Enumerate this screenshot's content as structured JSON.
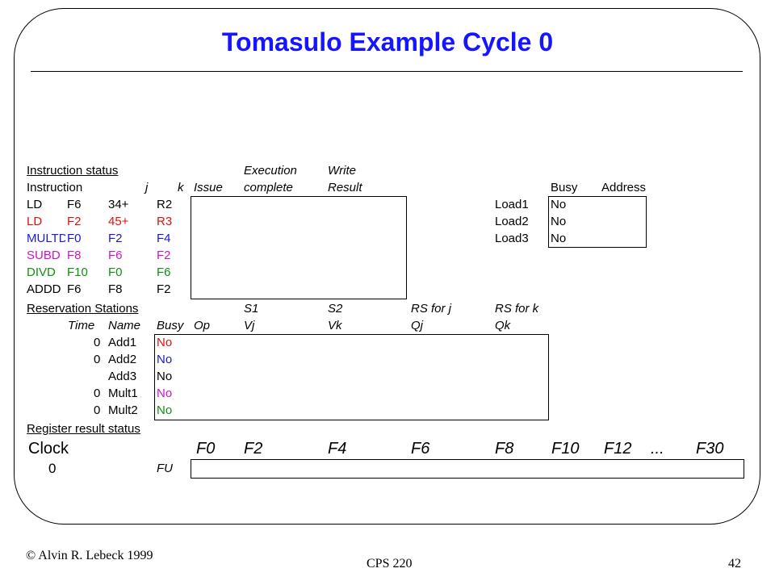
{
  "title": "Tomasulo Example Cycle 0",
  "instruction_status": {
    "label": "Instruction status",
    "headers": {
      "execution": "Execution",
      "write": "Write",
      "instruction": "Instruction",
      "j": "j",
      "k": "k",
      "issue": "Issue",
      "complete": "complete",
      "result": "Result"
    },
    "rows": [
      {
        "op": "LD",
        "dest": "F6",
        "j": "34+",
        "k": "R2",
        "color": "#000000"
      },
      {
        "op": "LD",
        "dest": "F2",
        "j": "45+",
        "k": "R3",
        "color": "#e01010"
      },
      {
        "op": "MULTD",
        "dest": "F0",
        "j": "F2",
        "k": "F4",
        "color": "#1a1ad0"
      },
      {
        "op": "SUBD",
        "dest": "F8",
        "j": "F6",
        "k": "F2",
        "color": "#d010d0"
      },
      {
        "op": "DIVD",
        "dest": "F10",
        "j": "F0",
        "k": "F6",
        "color": "#109010"
      },
      {
        "op": "ADDD",
        "dest": "F6",
        "j": "F8",
        "k": "F2",
        "color": "#000000"
      }
    ]
  },
  "load_buffers": {
    "headers": {
      "busy": "Busy",
      "address": "Address"
    },
    "rows": [
      {
        "name": "Load1",
        "busy": "No"
      },
      {
        "name": "Load2",
        "busy": "No"
      },
      {
        "name": "Load3",
        "busy": "No"
      }
    ]
  },
  "reservation_stations": {
    "label": "Reservation Stations",
    "headers1": {
      "s1": "S1",
      "s2": "S2",
      "rsj": "RS for j",
      "rsk": "RS for k"
    },
    "headers2": {
      "time": "Time",
      "name": "Name",
      "busy": "Busy",
      "op": "Op",
      "vj": "Vj",
      "vk": "Vk",
      "qj": "Qj",
      "qk": "Qk"
    },
    "rows": [
      {
        "time": "0",
        "name": "Add1",
        "busy": "No",
        "color": "#e01010"
      },
      {
        "time": "0",
        "name": "Add2",
        "busy": "No",
        "color": "#1a1ad0"
      },
      {
        "time": "",
        "name": "Add3",
        "busy": "No",
        "color": "#000000"
      },
      {
        "time": "0",
        "name": "Mult1",
        "busy": "No",
        "color": "#d010d0"
      },
      {
        "time": "0",
        "name": "Mult2",
        "busy": "No",
        "color": "#109010"
      }
    ]
  },
  "register_status": {
    "label": "Register result status",
    "clock_label": "Clock",
    "clock_value": "0",
    "fu_label": "FU",
    "registers": [
      "F0",
      "F2",
      "F4",
      "F6",
      "F8",
      "F10",
      "F12",
      "...",
      "F30"
    ]
  },
  "footer": {
    "copyright": "© Alvin R. Lebeck 1999",
    "course": "CPS 220",
    "page": "42"
  }
}
